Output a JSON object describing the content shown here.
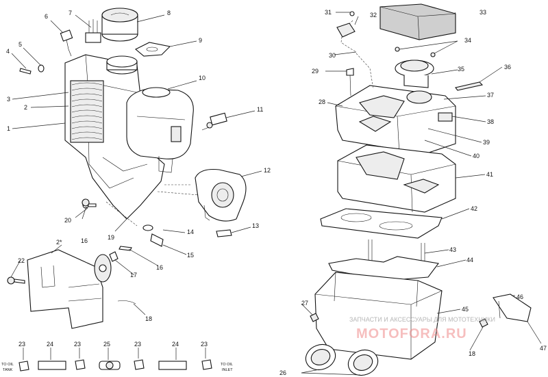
{
  "labels": {
    "n1": "1",
    "n2": "2",
    "n2b": "2*",
    "n3": "3",
    "n4": "4",
    "n5": "5",
    "n6": "6",
    "n7": "7",
    "n8": "8",
    "n9": "9",
    "n10": "10",
    "n11": "11",
    "n12": "12",
    "n13": "13",
    "n14": "14",
    "n15": "15",
    "n16a": "16",
    "n16b": "16",
    "n17": "17",
    "n18a": "18",
    "n18b": "18",
    "n19": "19",
    "n20": "20",
    "n22": "22",
    "n23a": "23",
    "n23b": "23",
    "n23c": "23",
    "n23d": "23",
    "n24a": "24",
    "n24b": "24",
    "n25": "25",
    "n26": "26",
    "n27": "27",
    "n28": "28",
    "n29": "29",
    "n30": "30",
    "n31": "31",
    "n32": "32",
    "n33": "33",
    "n34": "34",
    "n35": "35",
    "n36": "36",
    "n37": "37",
    "n38": "38",
    "n39": "39",
    "n40": "40",
    "n41": "41",
    "n42": "42",
    "n43": "43",
    "n44": "44",
    "n45": "45",
    "n46": "46",
    "n47": "47"
  },
  "notes": {
    "to_oil_line1": "TO OIL",
    "to_oil_line2": "TANK",
    "to_oil_inlet_line1": "TO OIL",
    "to_oil_inlet_line2": "INLET"
  },
  "watermark": {
    "text": "ЗАПЧАСТИ И АКСЕССУАРЫ ДЛЯ МОТОТЕХНИКИ",
    "logo": "MOTOFORA.RU"
  }
}
